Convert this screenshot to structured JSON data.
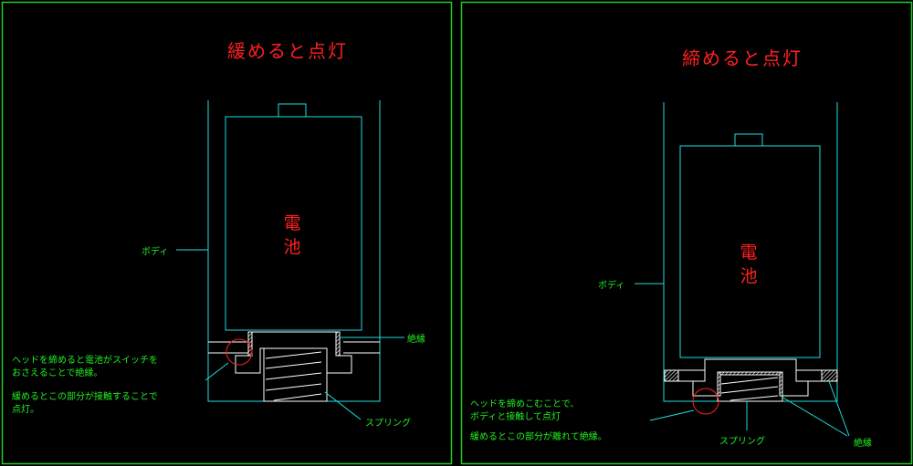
{
  "left_panel": {
    "title": "緩めると点灯",
    "battery_label": [
      "電",
      "池"
    ],
    "body_label": "ボディ",
    "insulation_label": "絶縁",
    "spring_label": "スプリング",
    "note_1": [
      "ヘッドを締めると電池がスイッチを",
      "おさえることで絶縁。"
    ],
    "note_2": [
      "緩めるとこの部分が接触することで",
      "点灯。"
    ]
  },
  "right_panel": {
    "title": "締めると点灯",
    "battery_label": [
      "電",
      "池"
    ],
    "body_label": "ボディ",
    "insulation_label": "絶縁",
    "spring_label": "スプリング",
    "note_1": [
      "ヘッドを締めこむことで、",
      "ボディと接触して点灯"
    ],
    "note_2": [
      "緩めるとこの部分が離れて絶縁。"
    ]
  },
  "colors": {
    "frame": "#22cc22",
    "outline": "#22dddd",
    "part": "#ffffff",
    "highlight": "#ff2020",
    "text": "#22ee22"
  }
}
